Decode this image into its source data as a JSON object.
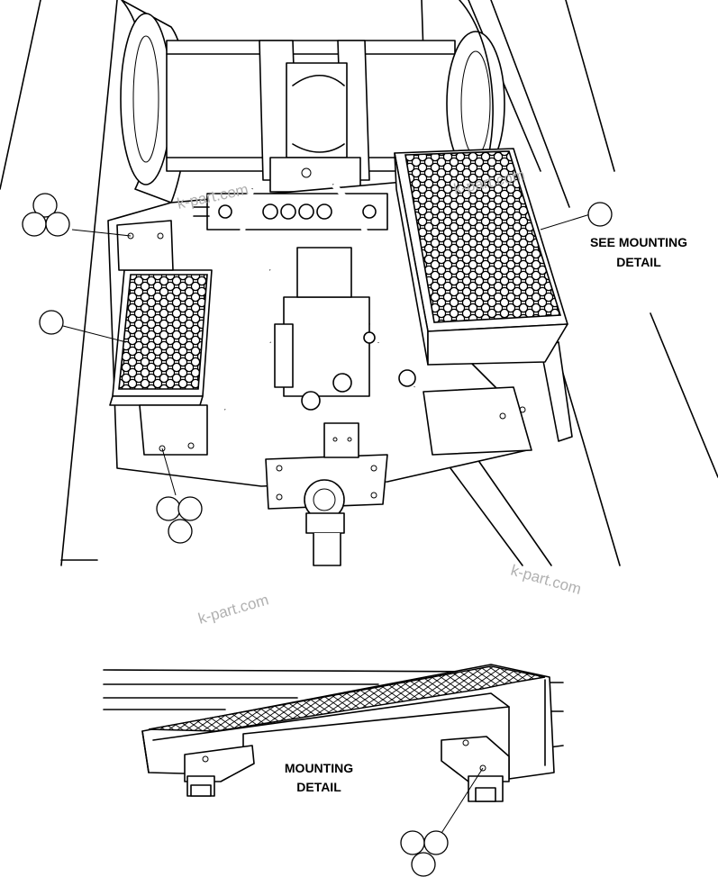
{
  "labels": {
    "see_mounting_line1": "SEE MOUNTING",
    "see_mounting_line2": "DETAIL",
    "mounting_line1": "MOUNTING",
    "mounting_line2": "DETAIL"
  },
  "watermarks": [
    "k-part.com",
    "k-part.com",
    "k-part.com",
    "k-part.com"
  ],
  "colors": {
    "line": "#000000",
    "background": "#ffffff",
    "watermark": "#b0b0b0"
  }
}
